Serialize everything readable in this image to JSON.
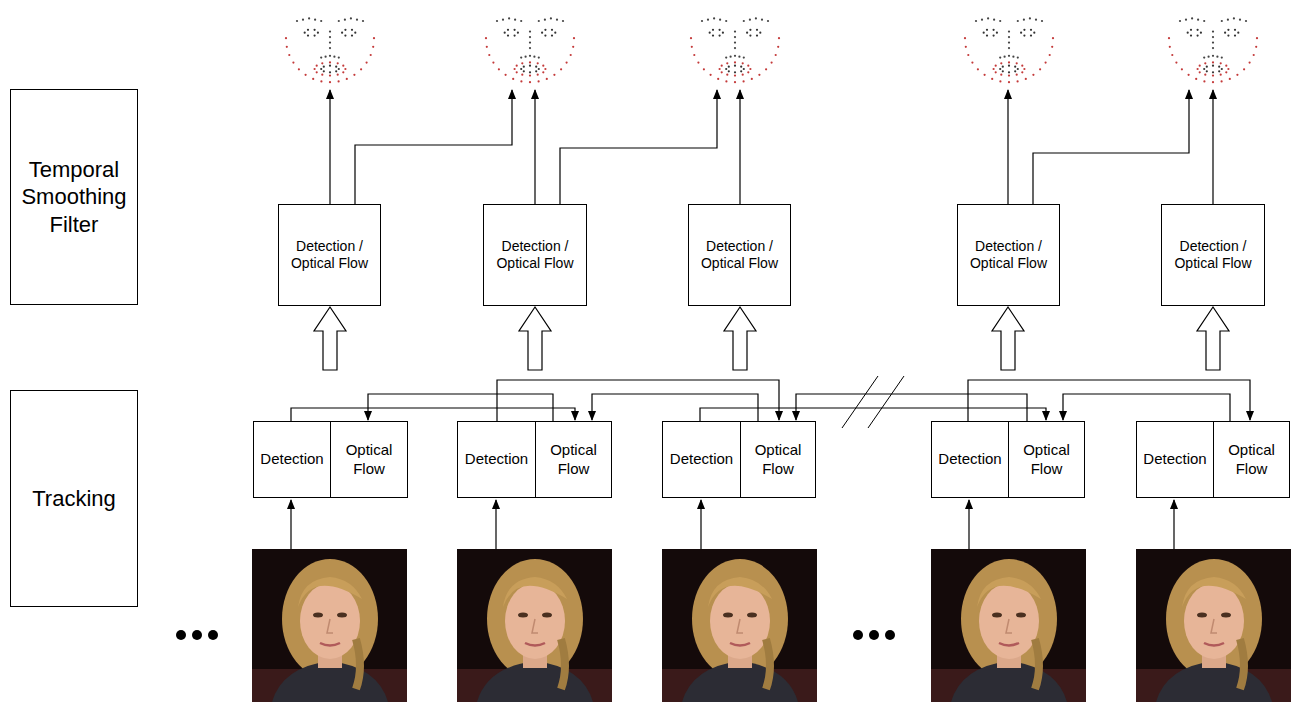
{
  "diagram": {
    "nodes": [
      {
        "text": [
          "Temporal Smoothing Filter"
        ]
      },
      {
        "text": [
          "Detection / Optical Flow"
        ]
      },
      {
        "text": [
          "Detection / Optical Flow"
        ]
      },
      {
        "text": [
          "Detection / Optical Flow"
        ]
      },
      {
        "text": [
          "Detection / Optical Flow"
        ]
      },
      {
        "text": [
          "Detection / Optical Flow"
        ]
      },
      {
        "text": [
          "Tracking"
        ]
      },
      {
        "text": [
          "Detection"
        ]
      },
      {
        "text": [
          "Optical Flow"
        ]
      },
      {
        "text": [
          "Detection"
        ]
      },
      {
        "text": [
          "Optical Flow"
        ]
      },
      {
        "text": [
          "Detection"
        ]
      },
      {
        "text": [
          "Optical Flow"
        ]
      },
      {
        "text": [
          "Detection"
        ]
      },
      {
        "text": [
          "Optical Flow"
        ]
      },
      {
        "text": [
          "Detection"
        ]
      },
      {
        "text": [
          "Optical Flow"
        ]
      }
    ],
    "edges": [
      {
        "from": 7,
        "to": 10,
        "arrow": "to"
      },
      {
        "from": 10,
        "to": 8,
        "arrow": "to"
      },
      {
        "from": 9,
        "to": 12,
        "arrow": "to"
      },
      {
        "from": 12,
        "to": 10,
        "arrow": "to"
      },
      {
        "from": 11,
        "to": 14,
        "arrow": "to"
      },
      {
        "from": 14,
        "to": 12,
        "arrow": "to"
      },
      {
        "from": 13,
        "to": 16,
        "arrow": "to"
      },
      {
        "from": 16,
        "to": 14,
        "arrow": "to"
      }
    ]
  }
}
